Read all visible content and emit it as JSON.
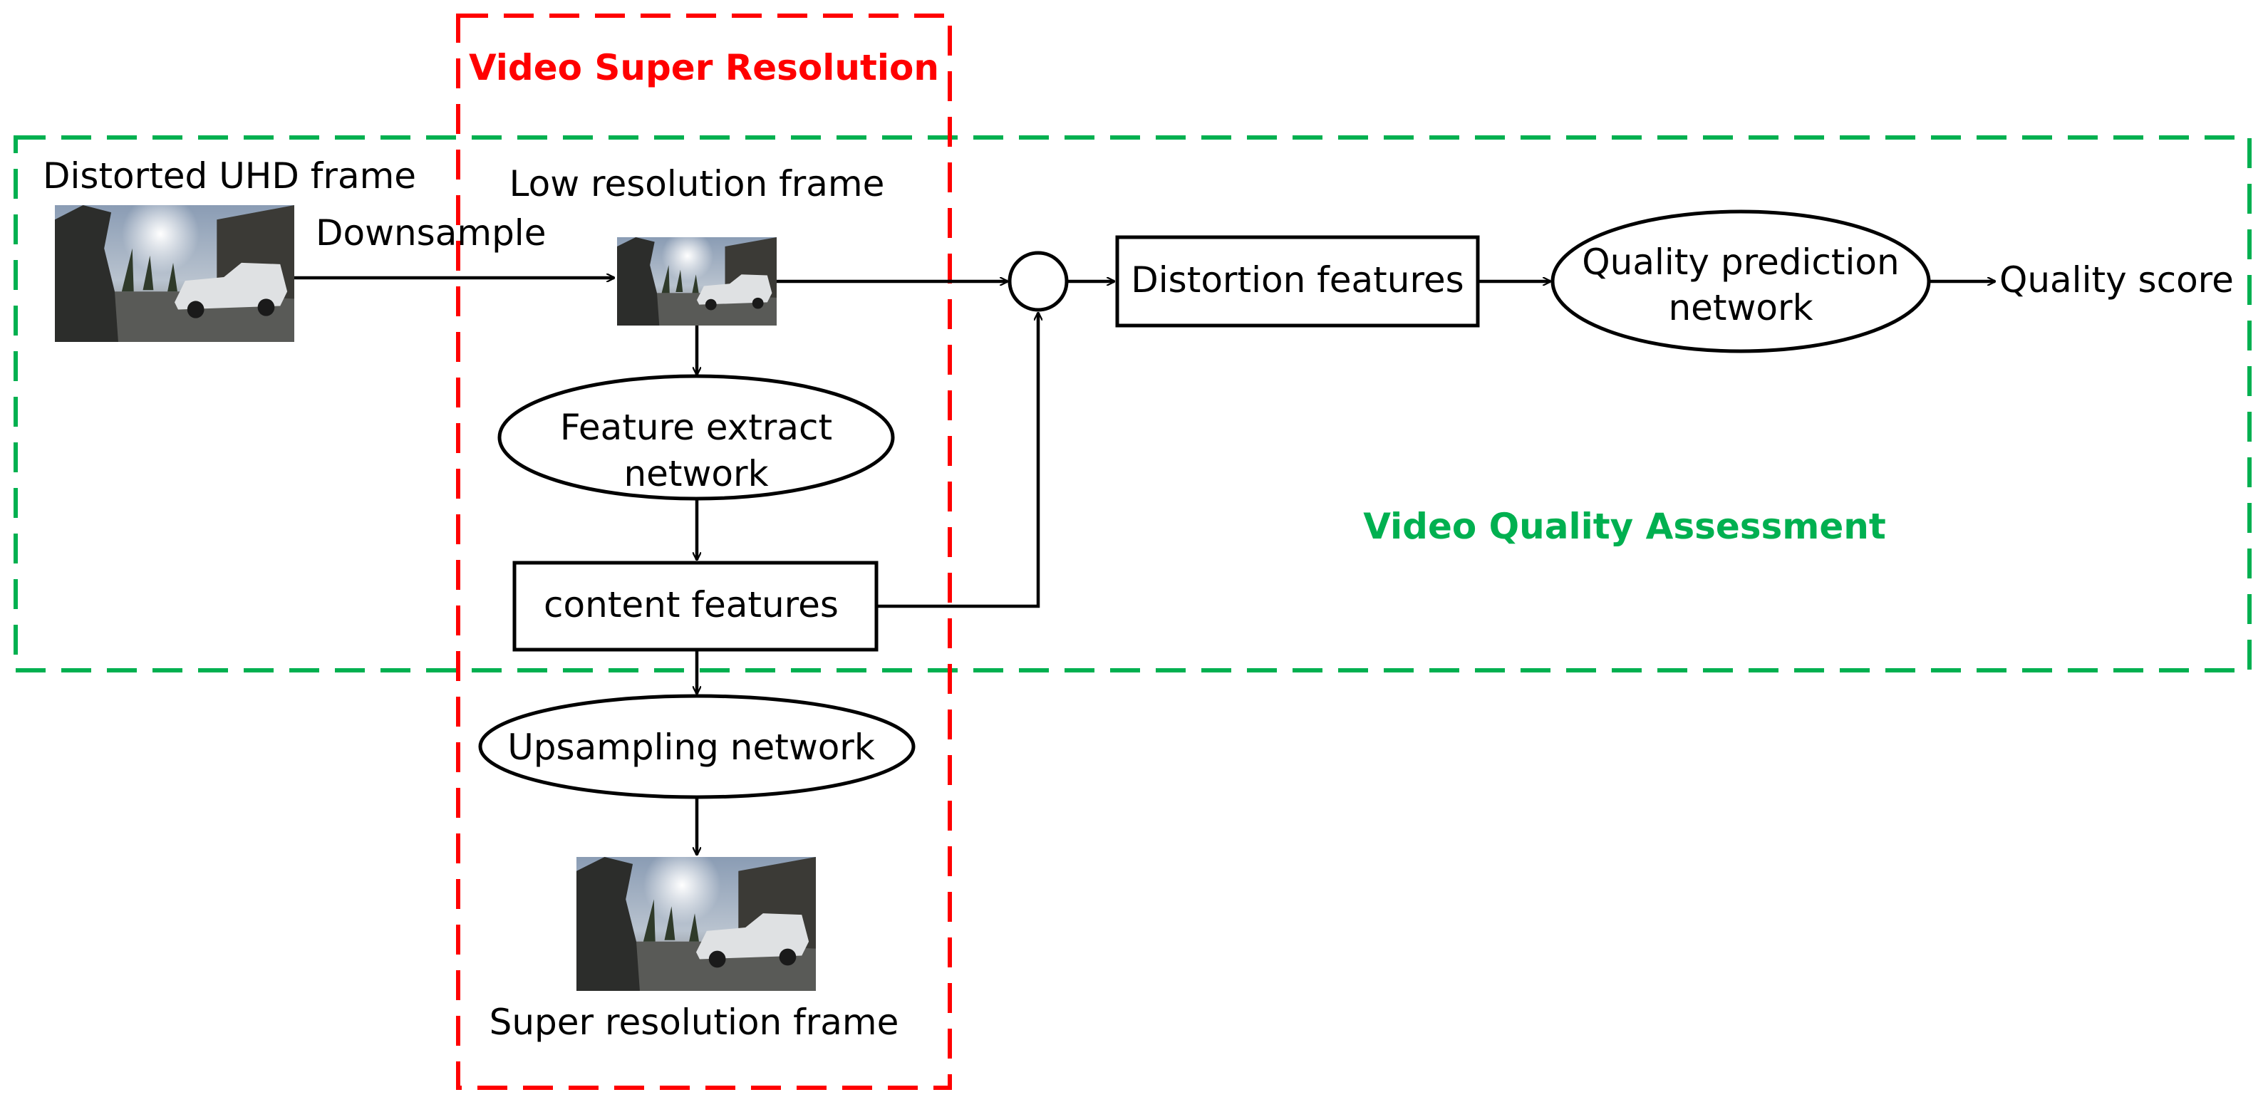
{
  "groups": {
    "super_resolution": {
      "title": "Video Super Resolution",
      "color": "#ff0000"
    },
    "quality_assessment": {
      "title": "Video Quality Assessment",
      "color": "#00b050"
    }
  },
  "labels": {
    "distorted_frame": "Distorted UHD frame",
    "downsample": "Downsample",
    "low_res_frame": "Low resolution frame",
    "super_res_frame": "Super resolution frame",
    "quality_score": "Quality score"
  },
  "nodes": {
    "feature_extract": {
      "line1": "Feature extract",
      "line2": "network"
    },
    "content_features": "content features",
    "distortion_features": "Distortion features",
    "quality_prediction": {
      "line1": "Quality prediction",
      "line2": "network"
    },
    "upsampling": "Upsampling network"
  },
  "images": [
    "road-scene-thumbnail",
    "road-scene-thumbnail",
    "road-scene-thumbnail"
  ]
}
